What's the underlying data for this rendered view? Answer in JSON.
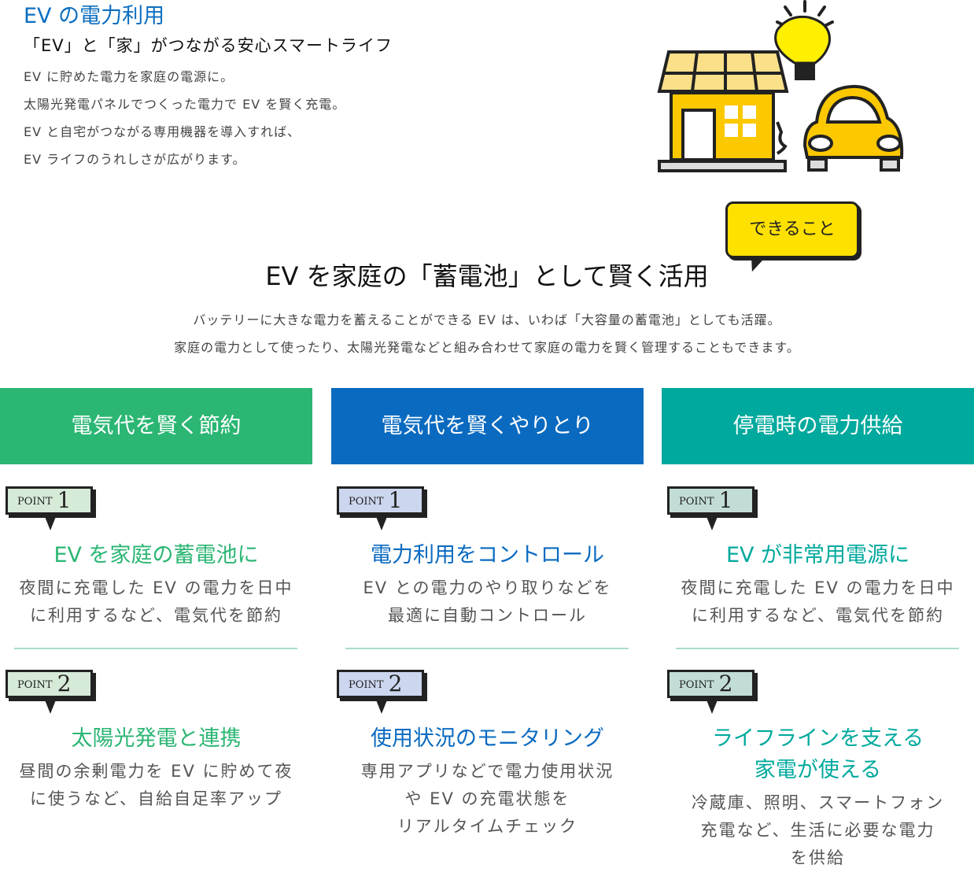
{
  "header": {
    "title": "EV の電力利用",
    "subtitle": "「EV」と「家」がつながる安心スマートライフ",
    "intro": [
      "EV に貯めた電力を家庭の電源に。",
      "太陽光発電パネルでつくった電力で EV を賢く充電。",
      "EV と自宅がつながる専用機器を導入すれば、",
      "EV ライフのうれしさが広がります。"
    ]
  },
  "section": {
    "title": "EV を家庭の「蓄電池」として賢く活用",
    "bubble": "できること",
    "description": [
      "バッテリーに大きな電力を蓄えることができる EV は、いわば「大容量の蓄電池」としても活躍。",
      "家庭の電力として使ったり、太陽光発電などと組み合わせて家庭の電力を賢く管理することもできます。"
    ]
  },
  "point_label": "POINT",
  "columns": [
    {
      "heading": "電気代を賢く節約",
      "color": "#2bb673",
      "badge": "#d6ead8",
      "points": [
        {
          "num": "1",
          "title": [
            "EV を家庭の蓄電池に"
          ],
          "body": [
            "夜間に充電した EV の電力を日中",
            "に利用するなど、電気代を節約"
          ]
        },
        {
          "num": "2",
          "title": [
            "太陽光発電と連携"
          ],
          "body": [
            "昼間の余剰電力を EV に貯めて夜",
            "に使うなど、自給自足率アップ"
          ]
        }
      ]
    },
    {
      "heading": "電気代を賢くやりとり",
      "color": "#0a6ac0",
      "badge": "#ccd6ee",
      "points": [
        {
          "num": "1",
          "title": [
            "電力利用をコントロール"
          ],
          "body": [
            "EV との電力のやり取りなどを",
            "最適に自動コントロール"
          ]
        },
        {
          "num": "2",
          "title": [
            "使用状況のモニタリング"
          ],
          "body": [
            "専用アプリなどで電力使用状況",
            "や EV の充電状態を",
            "リアルタイムチェック"
          ]
        }
      ]
    },
    {
      "heading": "停電時の電力供給",
      "color": "#00a99d",
      "badge": "#c2ddd6",
      "points": [
        {
          "num": "1",
          "title": [
            "EV が非常用電源に"
          ],
          "body": [
            "夜間に充電した EV の電力を日中",
            "に利用するなど、電気代を節約"
          ]
        },
        {
          "num": "2",
          "title": [
            "ライフラインを支える",
            "家電が使える"
          ],
          "body": [
            "冷蔵庫、照明、スマートフォン",
            "充電など、生活に必要な電力",
            "を供給"
          ]
        }
      ]
    }
  ]
}
